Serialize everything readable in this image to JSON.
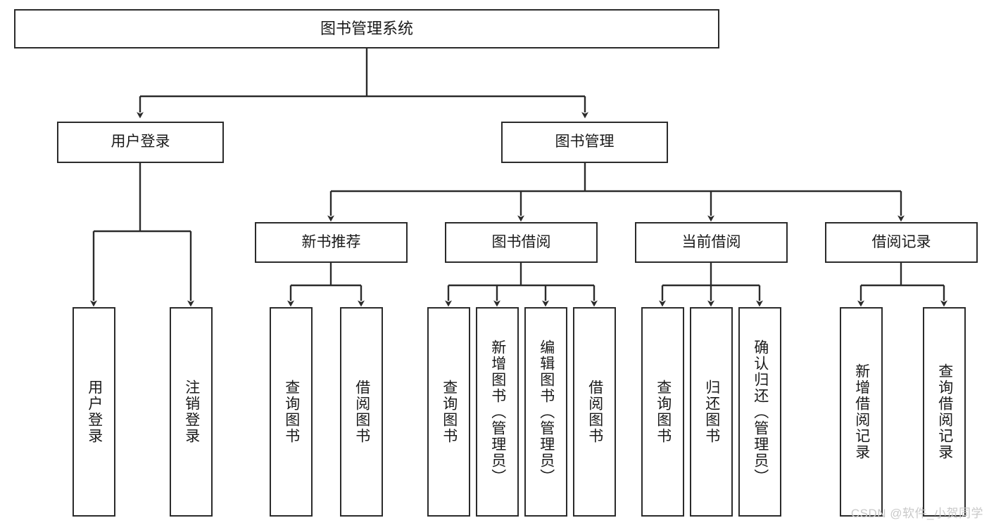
{
  "diagram": {
    "type": "tree-hierarchy",
    "title": "图书管理系统",
    "watermark": "CSDN @软件_小贺同学",
    "colors": {
      "box_border": "#2b2b2b",
      "box_fill": "#ffffff",
      "connector": "#2b2b2b",
      "text": "#1a1a1a",
      "watermark": "#c9c9c9"
    },
    "levels": {
      "root": [
        "图书管理系统"
      ],
      "level2": [
        "用户登录",
        "图书管理"
      ],
      "level3": [
        "新书推荐",
        "图书借阅",
        "当前借阅",
        "借阅记录"
      ],
      "leaves": [
        "用户登录",
        "注销登录",
        "查询图书",
        "借阅图书",
        "查询图书",
        "新增图书（管理员）",
        "编辑图书（管理员）",
        "借阅图书",
        "查询图书",
        "归还图书",
        "确认归还（管理员）",
        "新增借阅记录",
        "查询借阅记录"
      ]
    },
    "nodes": {
      "root": {
        "label": "图书管理系统"
      },
      "user_login": {
        "label": "用户登录"
      },
      "book_manage": {
        "label": "图书管理"
      },
      "new_book_rec": {
        "label": "新书推荐"
      },
      "book_borrow": {
        "label": "图书借阅"
      },
      "current_borrow": {
        "label": "当前借阅"
      },
      "borrow_record": {
        "label": "借阅记录"
      },
      "leaf_user_login": {
        "label": "用户登录"
      },
      "leaf_logout": {
        "label": "注销登录"
      },
      "leaf_query_book_a": {
        "label": "查询图书"
      },
      "leaf_borrow_book_a": {
        "label": "借阅图书"
      },
      "leaf_query_book_b": {
        "label": "查询图书"
      },
      "leaf_add_book": {
        "label": "新增图书（管理员）"
      },
      "leaf_edit_book": {
        "label": "编辑图书（管理员）"
      },
      "leaf_borrow_book_b": {
        "label": "借阅图书"
      },
      "leaf_query_book_c": {
        "label": "查询图书"
      },
      "leaf_return_book": {
        "label": "归还图书"
      },
      "leaf_confirm_return": {
        "label": "确认归还（管理员）"
      },
      "leaf_add_record": {
        "label": "新增借阅记录"
      },
      "leaf_query_record": {
        "label": "查询借阅记录"
      }
    },
    "edges": [
      {
        "from": "root",
        "to": "user_login"
      },
      {
        "from": "root",
        "to": "book_manage"
      },
      {
        "from": "user_login",
        "to": "leaf_user_login"
      },
      {
        "from": "user_login",
        "to": "leaf_logout"
      },
      {
        "from": "book_manage",
        "to": "new_book_rec"
      },
      {
        "from": "book_manage",
        "to": "book_borrow"
      },
      {
        "from": "book_manage",
        "to": "current_borrow"
      },
      {
        "from": "book_manage",
        "to": "borrow_record"
      },
      {
        "from": "new_book_rec",
        "to": "leaf_query_book_a"
      },
      {
        "from": "new_book_rec",
        "to": "leaf_borrow_book_a"
      },
      {
        "from": "book_borrow",
        "to": "leaf_query_book_b"
      },
      {
        "from": "book_borrow",
        "to": "leaf_add_book"
      },
      {
        "from": "book_borrow",
        "to": "leaf_edit_book"
      },
      {
        "from": "book_borrow",
        "to": "leaf_borrow_book_b"
      },
      {
        "from": "current_borrow",
        "to": "leaf_query_book_c"
      },
      {
        "from": "current_borrow",
        "to": "leaf_return_book"
      },
      {
        "from": "current_borrow",
        "to": "leaf_confirm_return"
      },
      {
        "from": "borrow_record",
        "to": "leaf_add_record"
      },
      {
        "from": "borrow_record",
        "to": "leaf_query_record"
      }
    ]
  }
}
